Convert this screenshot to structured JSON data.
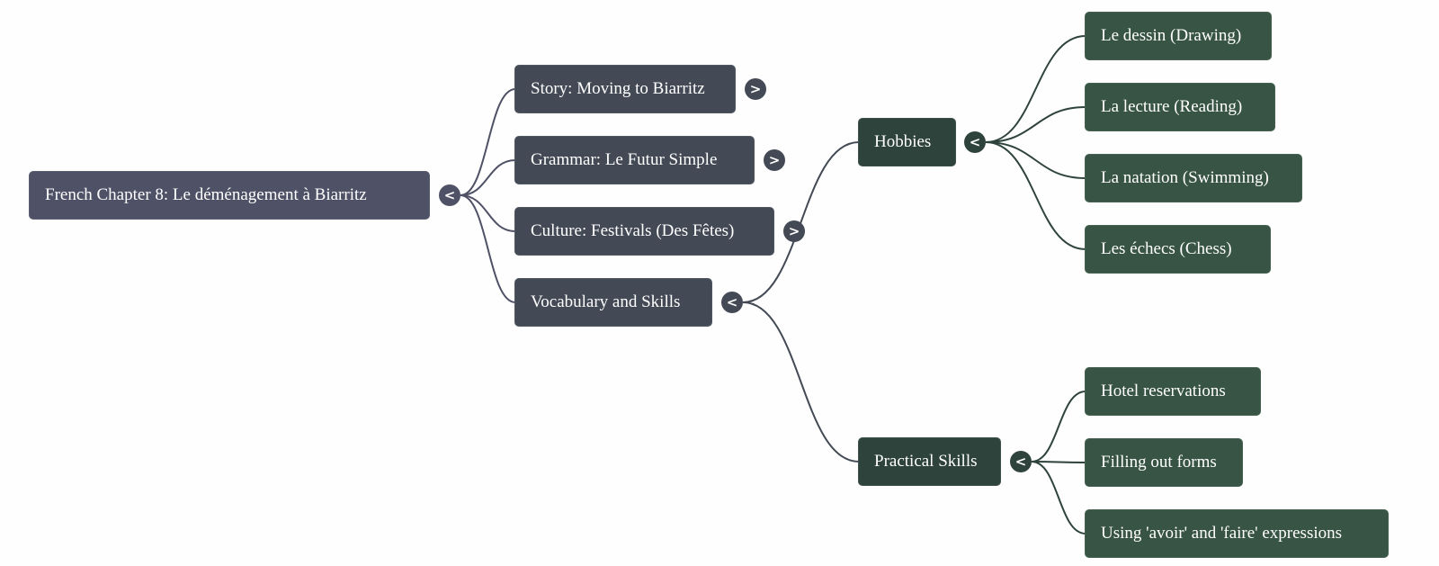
{
  "mindmap": {
    "root": {
      "label": "French Chapter 8: Le déménagement à Biarritz",
      "toggle": "<",
      "expanded": true
    },
    "branches": [
      {
        "id": "story",
        "label": "Story: Moving to Biarritz",
        "toggle": ">",
        "expanded": false
      },
      {
        "id": "grammar",
        "label": "Grammar: Le Futur Simple",
        "toggle": ">",
        "expanded": false
      },
      {
        "id": "culture",
        "label": "Culture: Festivals (Des Fêtes)",
        "toggle": ">",
        "expanded": false
      },
      {
        "id": "vocab",
        "label": "Vocabulary and Skills",
        "toggle": "<",
        "expanded": true
      }
    ],
    "subbranches": [
      {
        "id": "hobbies",
        "label": "Hobbies",
        "toggle": "<",
        "expanded": true,
        "children": [
          "Le dessin (Drawing)",
          "La lecture (Reading)",
          "La natation (Swimming)",
          "Les échecs (Chess)"
        ]
      },
      {
        "id": "practical",
        "label": "Practical Skills",
        "toggle": "<",
        "expanded": true,
        "children": [
          "Hotel reservations",
          "Filling out forms",
          "Using 'avoir' and 'faire' expressions"
        ]
      }
    ]
  },
  "colors": {
    "root": "#4f5166",
    "level1": "#434a55",
    "level2": "#2f433d",
    "level3": "#385444",
    "edge_root": "#4f5166",
    "edge_level1": "#434a55",
    "edge_level2": "#2f433d",
    "background": "#fefefe"
  }
}
